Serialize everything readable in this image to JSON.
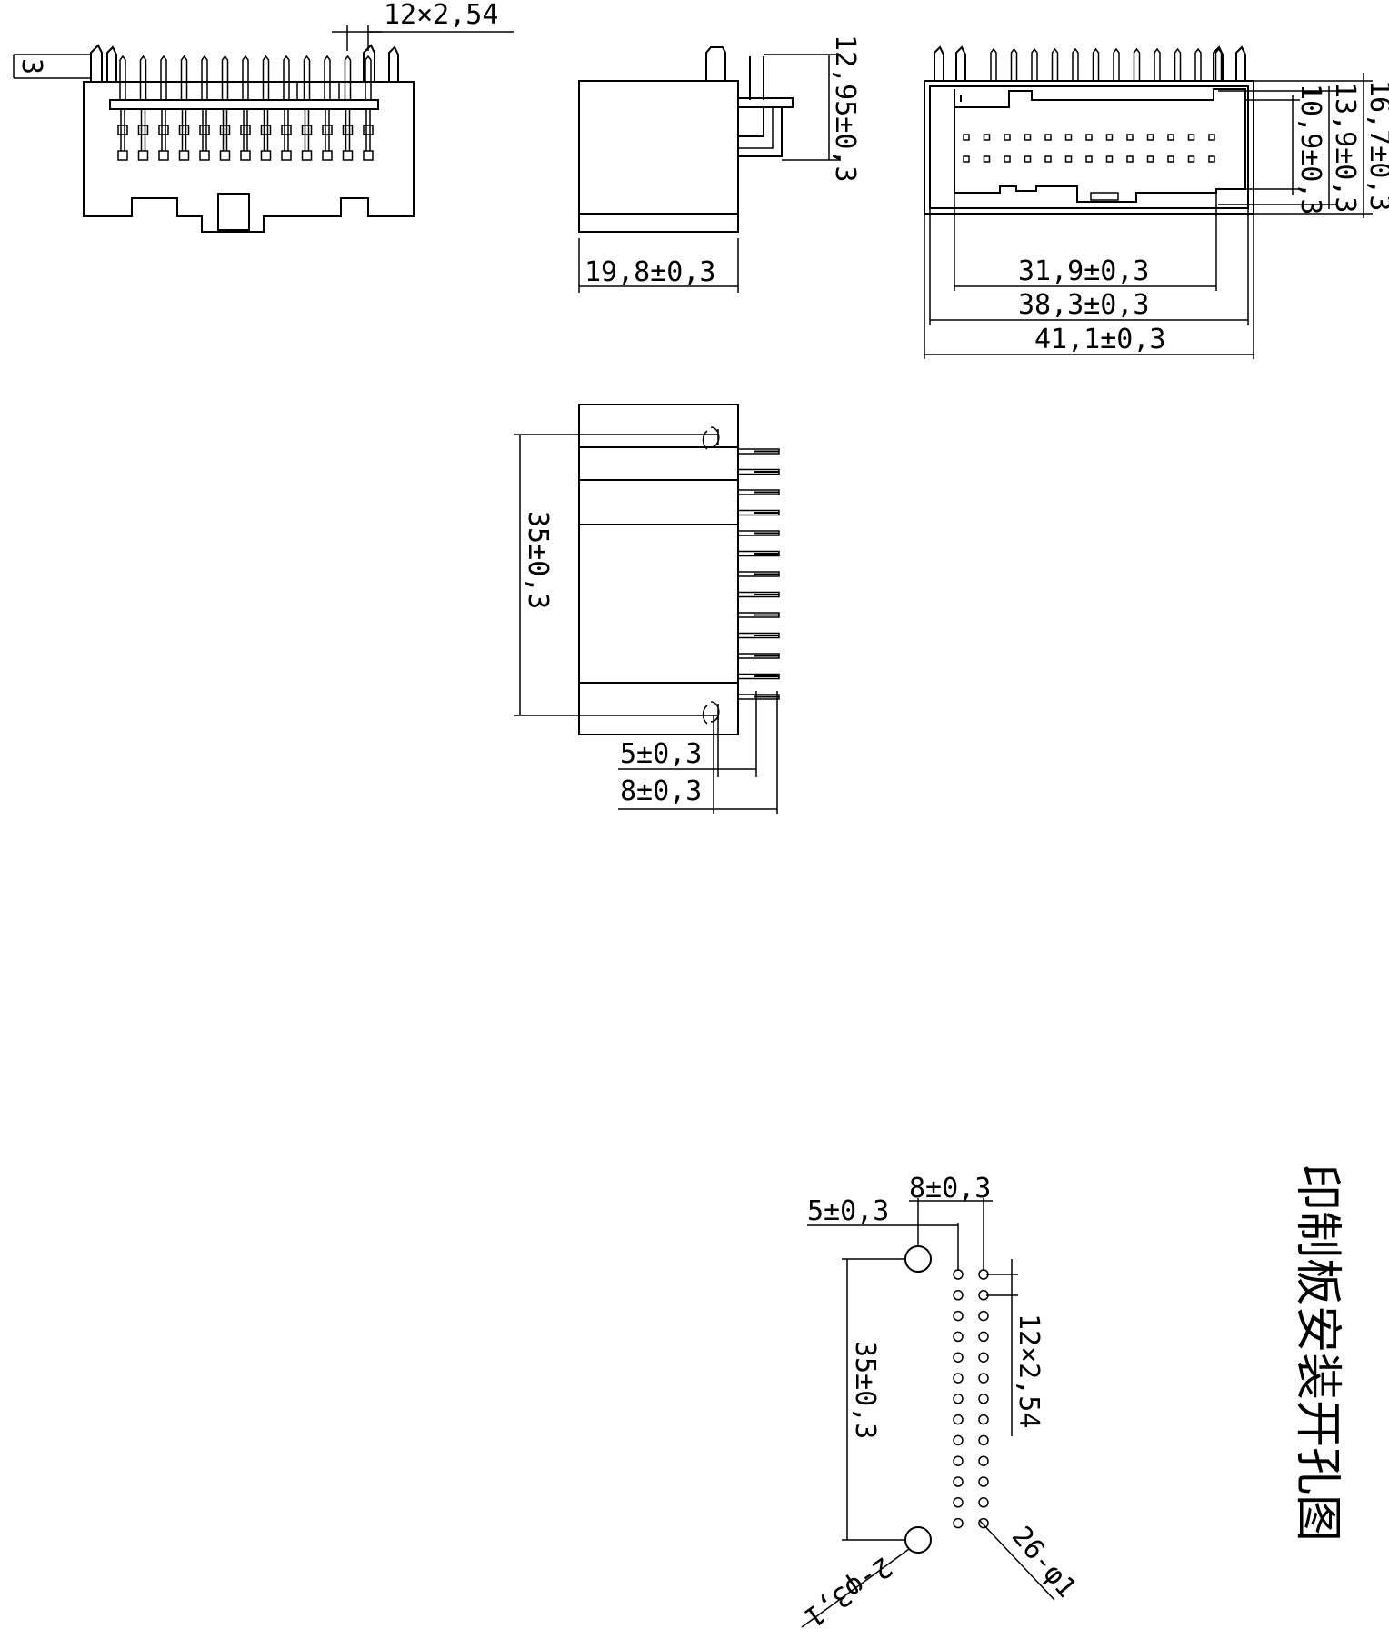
{
  "dimensions": {
    "pitch_top": "12×2,54",
    "small_3": "3",
    "height_side": "12,95±0,3",
    "width_side": "19,8±0,3",
    "h_16_7": "16,7±0,3",
    "h_13_9": "13,9±0,3",
    "h_10_9": "10,9±0,3",
    "w_31_9": "31,9±0,3",
    "w_38_3": "38,3±0,3",
    "w_41_1": "41,1±0,3",
    "len_35": "35±0,3",
    "off_5": "5±0,3",
    "off_8": "8±0,3",
    "pcb_8": "8±0,3",
    "pcb_5": "5±0,3",
    "pcb_35": "35±0,3",
    "pcb_pitch": "12×2,54",
    "pcb_holes_small": "26-φ1",
    "pcb_holes_large": "2-φ3,1"
  },
  "pcb_title": "印制板安装开孔图"
}
